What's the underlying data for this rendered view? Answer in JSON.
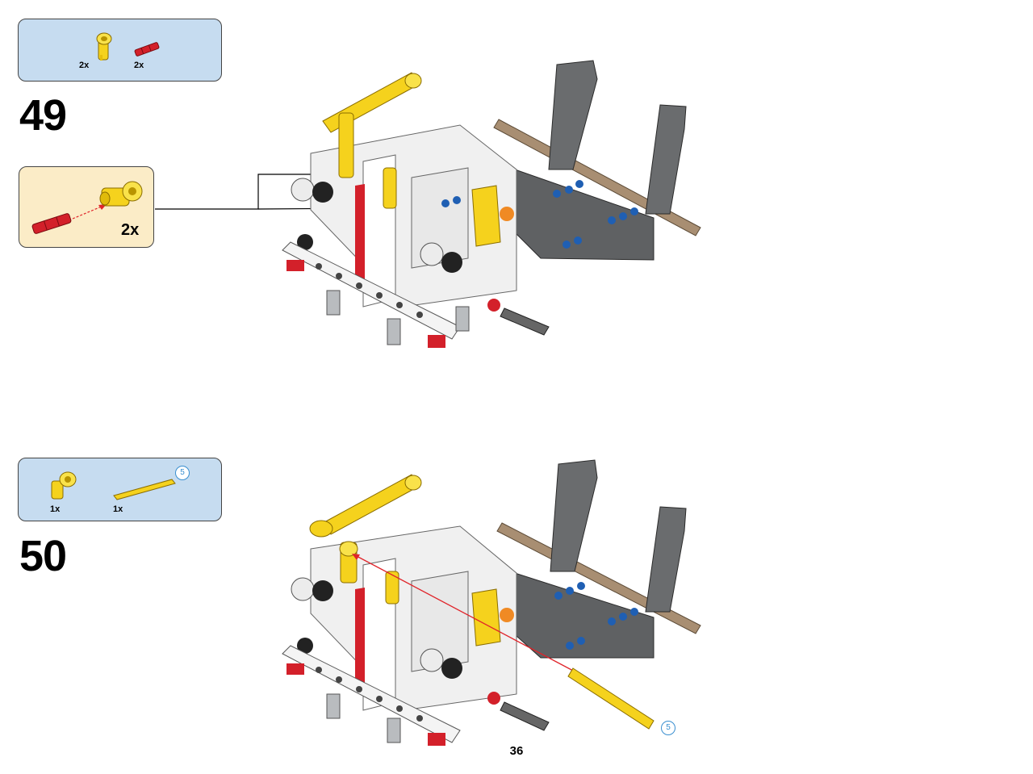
{
  "step49": {
    "number": "49",
    "parts": [
      {
        "name": "yellow-axle-pin-connector",
        "qty": "2x",
        "color": "#f5d21d"
      },
      {
        "name": "red-short-axle-pin",
        "qty": "2x",
        "color": "#d3202a"
      }
    ],
    "subassembly": {
      "qty": "2x"
    }
  },
  "step50": {
    "number": "50",
    "parts": [
      {
        "name": "yellow-axle-pin-connector",
        "qty": "1x",
        "color": "#f5d21d"
      },
      {
        "name": "yellow-axle-5",
        "qty": "1x",
        "length": "5",
        "color": "#f5d21d"
      }
    ],
    "axle_callout": "5"
  },
  "page": {
    "number": "36"
  },
  "colors": {
    "parts_box_bg": "#c6dcf0",
    "subassembly_bg": "#fbecc7",
    "guide_line_red": "#e0242a"
  }
}
